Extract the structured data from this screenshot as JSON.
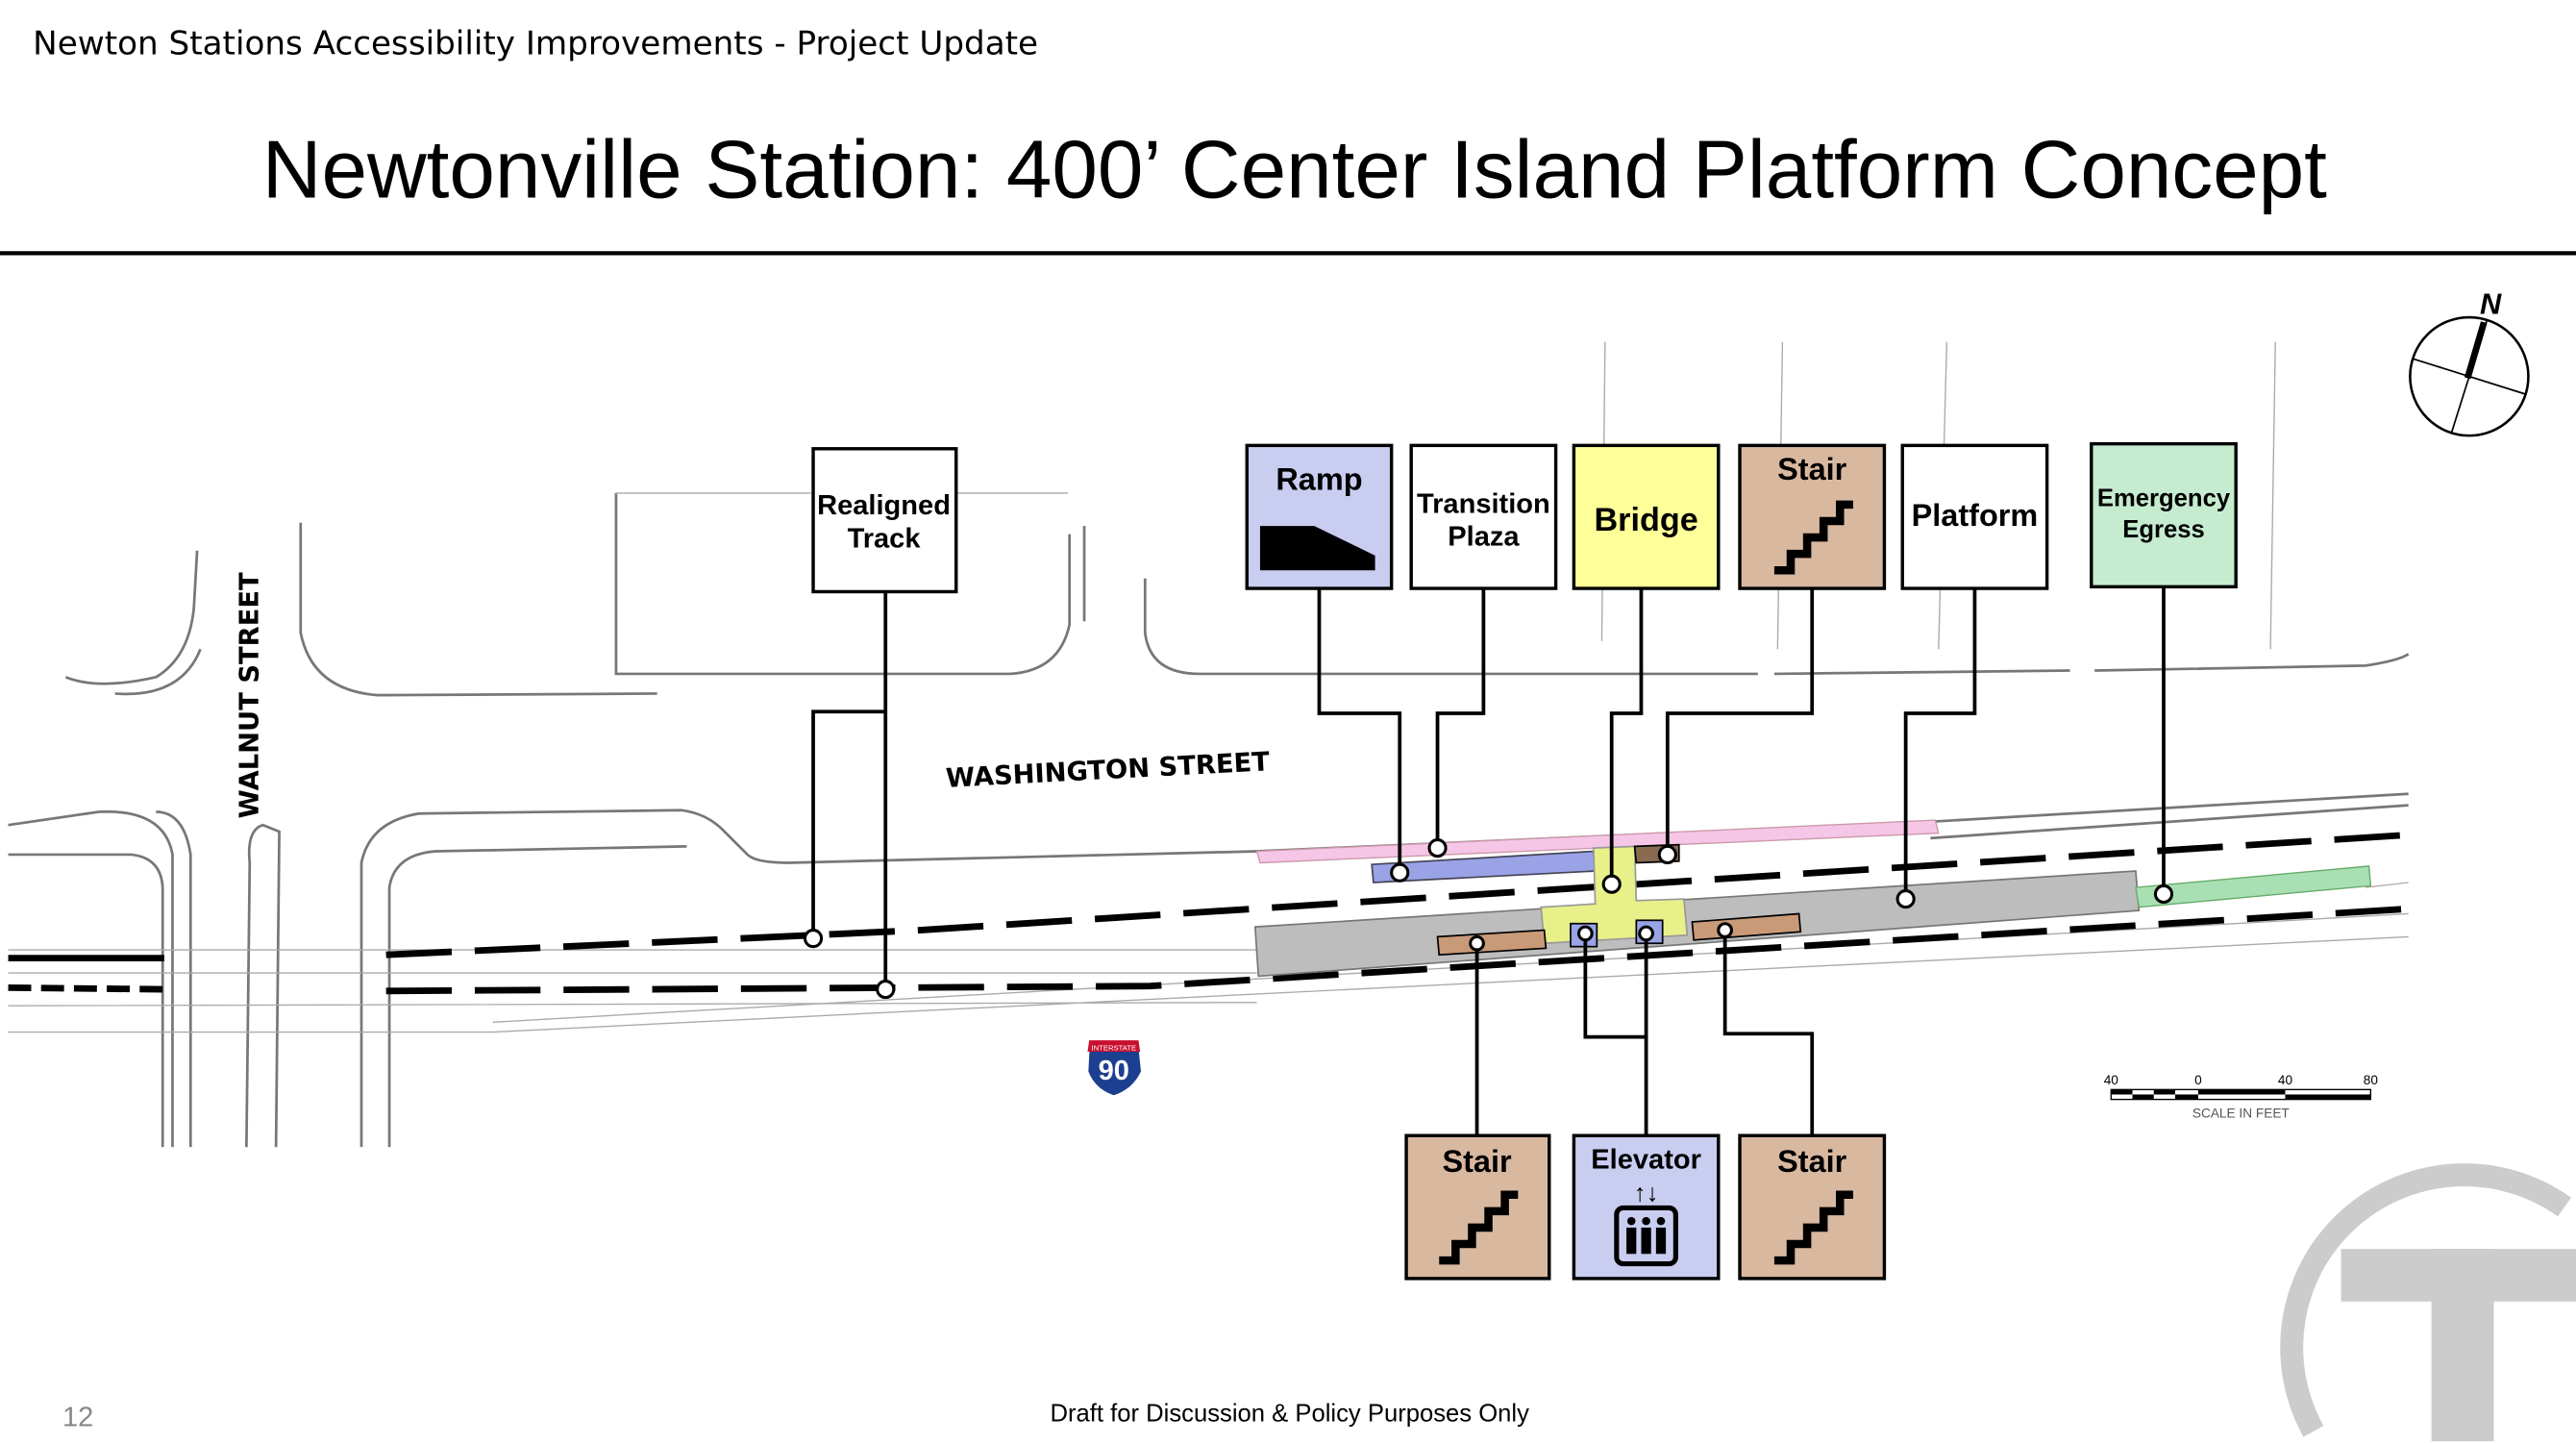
{
  "header": {
    "deck_title": "Newton Stations Accessibility Improvements - Project Update",
    "slide_title": "Newtonville Station: 400’ Center Island Platform Concept"
  },
  "map": {
    "streets": [
      "WALNUT STREET",
      "WASHINGTON STREET"
    ],
    "highway_shield": {
      "top": "INTERSTATE",
      "number": "90"
    },
    "north_label": "N",
    "scale": {
      "ticks": [
        "40",
        "0",
        "40",
        "80"
      ],
      "caption": "SCALE IN FEET"
    }
  },
  "callouts": {
    "top": [
      {
        "lines": [
          "Realigned",
          "Track"
        ],
        "color": "#ffffff"
      },
      {
        "lines": [
          "Ramp"
        ],
        "color": "#c9cdf0",
        "icon": "ramp-icon"
      },
      {
        "lines": [
          "Transition",
          "Plaza"
        ],
        "color": "#ffffff"
      },
      {
        "lines": [
          "Bridge"
        ],
        "color": "#ffff99"
      },
      {
        "lines": [
          "Stair"
        ],
        "color": "#d9b8a0",
        "icon": "stair-icon"
      },
      {
        "lines": [
          "Platform"
        ],
        "color": "#ffffff"
      },
      {
        "lines": [
          "Emergency",
          "Egress"
        ],
        "color": "#c6ecd0"
      }
    ],
    "bottom": [
      {
        "lines": [
          "Stair"
        ],
        "color": "#d9b8a0",
        "icon": "stair-icon"
      },
      {
        "lines": [
          "Elevator"
        ],
        "color": "#c9cdf0",
        "icon": "elevator-icon"
      },
      {
        "lines": [
          "Stair"
        ],
        "color": "#d9b8a0",
        "icon": "stair-icon"
      }
    ]
  },
  "footer": {
    "page_number": "12",
    "disclaimer": "Draft for Discussion & Policy Purposes Only"
  }
}
